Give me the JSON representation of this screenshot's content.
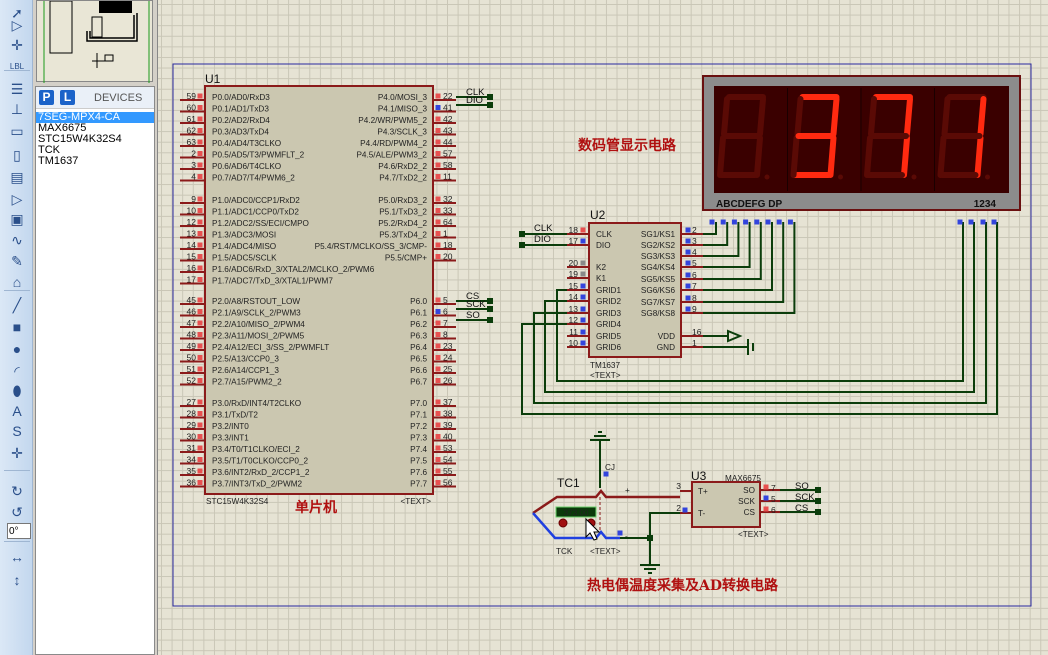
{
  "toolbar": {
    "angle_value": "0°",
    "icons": [
      "select-icon",
      "component-icon",
      "junction-icon",
      "label-icon",
      "text-script-icon",
      "bus-icon",
      "subcircuit-icon",
      "terminal-icon",
      "pin-icon",
      "graph-icon",
      "tape-icon",
      "generator-icon",
      "probe-icon",
      "instrument-icon",
      "line-icon",
      "box-icon",
      "circle-icon",
      "arc-icon",
      "path-icon",
      "text-icon",
      "symbol-icon",
      "marker-icon",
      "rotate-cw-icon",
      "rotate-ccw-icon",
      "flip-horizontal-icon",
      "flip-vertical-icon"
    ]
  },
  "devices": {
    "p_label": "P",
    "l_label": "L",
    "title": "DEVICES",
    "items": [
      "7SEG-MPX4-CA",
      "MAX6675",
      "STC15W4K32S4",
      "TCK",
      "TM1637"
    ],
    "selected": 0
  },
  "colors": {
    "wire": "#0b3d0b",
    "pin": "#8b1a1a",
    "body": "#cbc7b0",
    "seg_on": "#ff2a10",
    "seg_off": "#5a0a05",
    "frame": "#2a2aa0",
    "text_red": "#b01010"
  },
  "u1": {
    "ref": "U1",
    "part": "STC15W4K32S4",
    "text": "<TEXT>",
    "caption": "单片机",
    "left": [
      [
        [
          59,
          "P0.0/AD0/RxD3"
        ],
        [
          60,
          "P0.1/AD1/TxD3"
        ],
        [
          61,
          "P0.2/AD2/RxD4"
        ],
        [
          62,
          "P0.3/AD3/TxD4"
        ],
        [
          63,
          "P0.4/AD4/T3CLKO"
        ],
        [
          2,
          "P0.5/AD5/T3/PWMFLT_2"
        ],
        [
          3,
          "P0.6/AD6/T4CLKO"
        ],
        [
          4,
          "P0.7/AD7/T4/PWM6_2"
        ]
      ],
      [
        [
          9,
          "P1.0/ADC0/CCP1/RxD2"
        ],
        [
          10,
          "P1.1/ADC1/CCP0/TxD2"
        ],
        [
          12,
          "P1.2/ADC2/SS/ECI/CMPO"
        ],
        [
          13,
          "P1.3/ADC3/MOSI"
        ],
        [
          14,
          "P1.4/ADC4/MISO"
        ],
        [
          15,
          "P1.5/ADC5/SCLK"
        ],
        [
          16,
          "P1.6/ADC6/RxD_3/XTAL2/MCLKO_2/PWM6"
        ],
        [
          17,
          "P1.7/ADC7/TxD_3/XTAL1/PWM7"
        ]
      ],
      [
        [
          45,
          "P2.0/A8/RSTOUT_LOW"
        ],
        [
          46,
          "P2.1/A9/SCLK_2/PWM3"
        ],
        [
          47,
          "P2.2/A10/MISO_2/PWM4"
        ],
        [
          48,
          "P2.3/A11/MOSI_2/PWM5"
        ],
        [
          49,
          "P2.4/A12/ECI_3/SS_2/PWMFLT"
        ],
        [
          50,
          "P2.5/A13/CCP0_3"
        ],
        [
          51,
          "P2.6/A14/CCP1_3"
        ],
        [
          52,
          "P2.7/A15/PWM2_2"
        ]
      ],
      [
        [
          27,
          "P3.0/RxD/INT4/T2CLKO"
        ],
        [
          28,
          "P3.1/TxD/T2"
        ],
        [
          29,
          "P3.2/INT0"
        ],
        [
          30,
          "P3.3/INT1"
        ],
        [
          31,
          "P3.4/T0/T1CLKO/ECI_2"
        ],
        [
          34,
          "P3.5/T1/T0CLKO/CCP0_2"
        ],
        [
          35,
          "P3.6/INT2/RxD_2/CCP1_2"
        ],
        [
          36,
          "P3.7/INT3/TxD_2/PWM2"
        ]
      ]
    ],
    "right": [
      [
        [
          22,
          "P4.0/MOSI_3"
        ],
        [
          41,
          "P4.1/MISO_3"
        ],
        [
          42,
          "P4.2/WR/PWM5_2"
        ],
        [
          43,
          "P4.3/SCLK_3"
        ],
        [
          44,
          "P4.4/RD/PWM4_2"
        ],
        [
          57,
          "P4.5/ALE/PWM3_2"
        ],
        [
          58,
          "P4.6/RxD2_2"
        ],
        [
          11,
          "P4.7/TxD2_2"
        ]
      ],
      [
        [
          32,
          "P5.0/RxD3_2"
        ],
        [
          33,
          "P5.1/TxD3_2"
        ],
        [
          64,
          "P5.2/RxD4_2"
        ],
        [
          1,
          "P5.3/TxD4_2"
        ],
        [
          18,
          "P5.4/RST/MCLKO/SS_3/CMP-"
        ],
        [
          20,
          "P5.5/CMP+"
        ]
      ],
      [
        [
          5,
          "P6.0"
        ],
        [
          6,
          "P6.1"
        ],
        [
          7,
          "P6.2"
        ],
        [
          8,
          "P6.3"
        ],
        [
          23,
          "P6.4"
        ],
        [
          24,
          "P6.5"
        ],
        [
          25,
          "P6.6"
        ],
        [
          26,
          "P6.7"
        ]
      ],
      [
        [
          37,
          "P7.0"
        ],
        [
          38,
          "P7.1"
        ],
        [
          39,
          "P7.2"
        ],
        [
          40,
          "P7.3"
        ],
        [
          53,
          "P7.4"
        ],
        [
          54,
          "P7.5"
        ],
        [
          55,
          "P7.6"
        ],
        [
          56,
          "P7.7"
        ]
      ]
    ],
    "nets": [
      "CLK",
      "DIO",
      "CS",
      "SCK",
      "SO"
    ]
  },
  "u2": {
    "ref": "U2",
    "part": "TM1637",
    "text": "<TEXT>",
    "left": [
      [
        18,
        "CLK"
      ],
      [
        17,
        "DIO"
      ],
      [
        20,
        "K2"
      ],
      [
        19,
        "K1"
      ],
      [
        15,
        "GRID1"
      ],
      [
        14,
        "GRID2"
      ],
      [
        13,
        "GRID3"
      ],
      [
        12,
        "GRID4"
      ],
      [
        11,
        "GRID5"
      ],
      [
        10,
        "GRID6"
      ]
    ],
    "right": [
      [
        2,
        "SG1/KS1"
      ],
      [
        3,
        "SG2/KS2"
      ],
      [
        4,
        "SG3/KS3"
      ],
      [
        5,
        "SG4/KS4"
      ],
      [
        6,
        "SG5/KS5"
      ],
      [
        7,
        "SG6/KS6"
      ],
      [
        8,
        "SG7/KS7"
      ],
      [
        9,
        "SG8/KS8"
      ],
      [
        16,
        "VDD"
      ],
      [
        1,
        "GND"
      ]
    ],
    "nets": [
      "CLK",
      "DIO"
    ]
  },
  "display": {
    "caption": "数码管显示电路",
    "seg_label": "ABCDEFG DP",
    "digit_label": "1234",
    "digits": [
      "",
      "3",
      "7",
      "1"
    ],
    "shown_value": "371"
  },
  "u3": {
    "ref": "U3",
    "part": "MAX6675",
    "text": "<TEXT>",
    "left": [
      [
        3,
        "T+"
      ],
      [
        2,
        "T-"
      ]
    ],
    "right": [
      [
        7,
        "SO"
      ],
      [
        5,
        "SCK"
      ],
      [
        6,
        "CS"
      ]
    ],
    "nets": [
      "SO",
      "SCK",
      "CS"
    ]
  },
  "tc1": {
    "ref": "TC1",
    "part": "TCK",
    "text": "<TEXT>",
    "reading": "373.00",
    "cj_label": "CJ",
    "plus": "+",
    "minus": "-"
  },
  "caption_bottom": "热电偶温度采集及AD转换电路"
}
